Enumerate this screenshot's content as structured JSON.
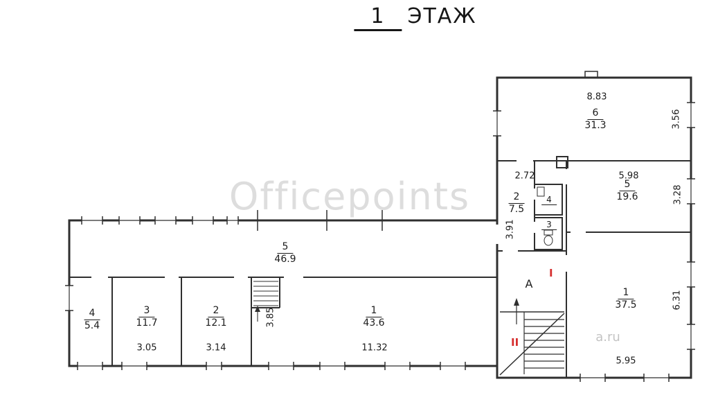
{
  "title": {
    "number": "1",
    "text": "ЭТАЖ"
  },
  "watermark": "Officepoints",
  "watermark_fragment": "а.ru",
  "rooms": {
    "rw6": {
      "number": "6",
      "area": "31.3"
    },
    "rw5": {
      "number": "5",
      "area": "19.6"
    },
    "rw2": {
      "number": "2",
      "area": "7.5"
    },
    "rw4": {
      "number": "4"
    },
    "rw3": {
      "number": "3"
    },
    "rw1": {
      "number": "1",
      "area": "37.5"
    },
    "stair": {
      "label": "А"
    },
    "lw5": {
      "number": "5",
      "area": "46.9"
    },
    "lw4": {
      "number": "4",
      "area": "5.4"
    },
    "lw3": {
      "number": "3",
      "area": "11.7"
    },
    "lw2": {
      "number": "2",
      "area": "12.1"
    },
    "lw1": {
      "number": "1",
      "area": "43.6"
    }
  },
  "dimensions": {
    "rw6_top": "8.83",
    "rw6_right": "3.56",
    "rw5_top": "5.98",
    "rw5_right": "3.28",
    "rw2_top": "2.72",
    "rw2_left": "3.91",
    "rw1_right": "6.31",
    "rw1_bottom": "5.95",
    "lw3_bottom": "3.05",
    "lw2_bottom": "3.14",
    "lw1_bottom": "11.32",
    "lw1_left": "3.85"
  },
  "marks": {
    "mark1": "I",
    "mark2": "II"
  }
}
